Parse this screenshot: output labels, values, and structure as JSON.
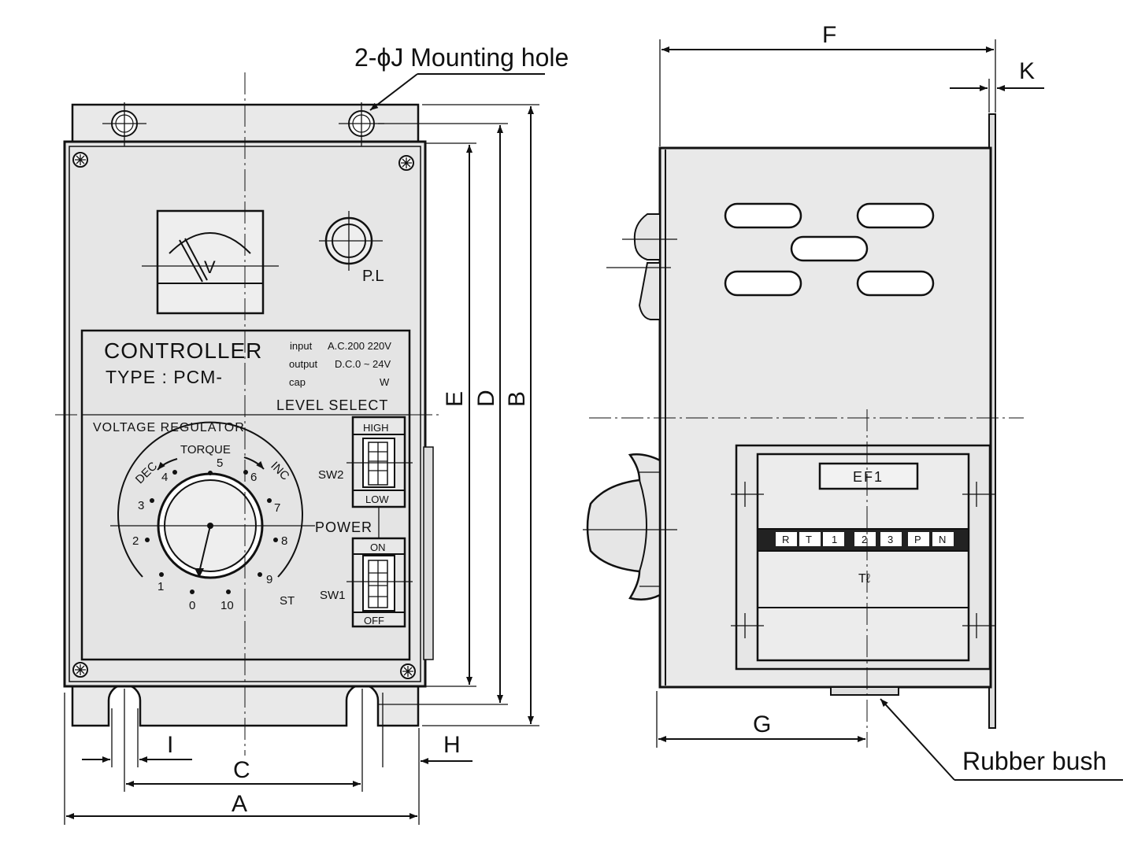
{
  "callouts": {
    "mounting_hole": "2-ϕJ Mounting hole",
    "rubber_bush": "Rubber bush"
  },
  "dimensions": {
    "A": "A",
    "B": "B",
    "C": "C",
    "D": "D",
    "E": "E",
    "F": "F",
    "G": "G",
    "H": "H",
    "I": "I",
    "K": "K"
  },
  "front_panel": {
    "title": "CONTROLLER",
    "type": "TYPE : PCM-",
    "input_label": "input",
    "input_value": "A.C.200  220V",
    "output_label": "output",
    "output_value": "D.C.0 ~ 24V",
    "cap_label": "cap",
    "cap_value": "W",
    "level_select": "LEVEL SELECT",
    "voltage_regulator": "VOLTAGE REGULATOR",
    "torque": "TORQUE",
    "dec": "DEC",
    "inc": "INC",
    "st": "ST",
    "power": "POWER",
    "sw2": "SW2",
    "sw1": "SW1",
    "high": "HIGH",
    "low": "LOW",
    "on": "ON",
    "off": "OFF",
    "meter": "V",
    "pilot_lamp": "P.L",
    "dial_marks": [
      "0",
      "1",
      "2",
      "3",
      "4",
      "5",
      "6",
      "7",
      "8",
      "9",
      "10"
    ]
  },
  "side_view": {
    "nameplate": "EF1",
    "terminals": [
      "R",
      "T",
      "1",
      "2",
      "3",
      "P",
      "N"
    ],
    "terminal_cover": "Tℓ"
  }
}
